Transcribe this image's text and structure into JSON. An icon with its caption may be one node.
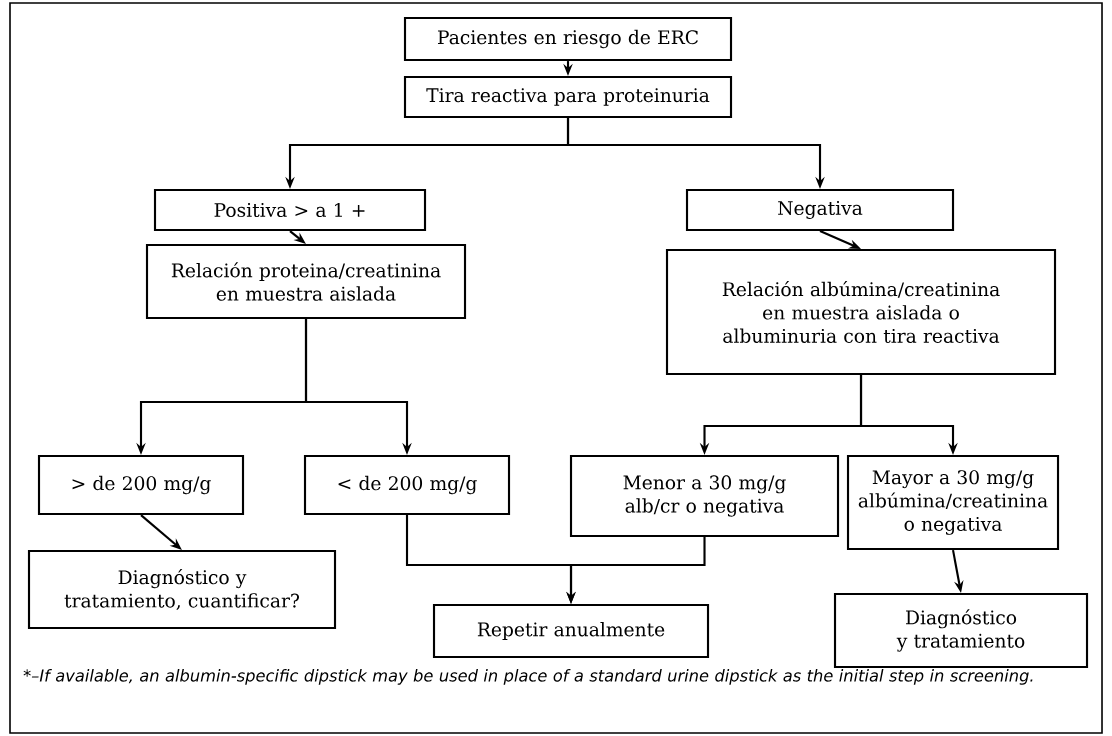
{
  "diagram": {
    "caption": "*–If available, an albumin-specific dipstick may be used in place of a standard urine dipstick as the initial step in screening.",
    "nodes": [
      {
        "text": [
          "Pacientes en riesgo de ERC"
        ]
      },
      {
        "text": [
          "Tira reactiva para proteinuria"
        ]
      },
      {
        "text": [
          "Positiva > a 1 +"
        ]
      },
      {
        "text": [
          "Negativa"
        ]
      },
      {
        "text": [
          "Relación proteina/creatinina en muestra aislada"
        ]
      },
      {
        "text": [
          "Relación albúmina/creatinina en muestra aislada o albuminuria con tira reactiva"
        ]
      },
      {
        "text": [
          "> de 200 mg/g"
        ]
      },
      {
        "text": [
          "< de 200 mg/g"
        ]
      },
      {
        "text": [
          "Menor a 30 mg/g alb/cr o negativa"
        ]
      },
      {
        "text": [
          "Mayor a 30 mg/g albúmina/creatinina o negativa"
        ]
      },
      {
        "text": [
          "Diagnóstico y tratamiento, cuantificar?"
        ]
      },
      {
        "text": [
          "Repetir anualmente"
        ]
      },
      {
        "text": [
          "Diagnóstico y tratamiento"
        ]
      }
    ],
    "edges": [
      {
        "from": 0,
        "to": 1,
        "arrow": "to"
      },
      {
        "from": 1,
        "to": 2,
        "arrow": "to"
      },
      {
        "from": 1,
        "to": 3,
        "arrow": "to"
      },
      {
        "from": 2,
        "to": 4,
        "arrow": "to"
      },
      {
        "from": 3,
        "to": 5,
        "arrow": "to"
      },
      {
        "from": 4,
        "to": 6,
        "arrow": "to"
      },
      {
        "from": 4,
        "to": 7,
        "arrow": "to"
      },
      {
        "from": 5,
        "to": 8,
        "arrow": "to"
      },
      {
        "from": 5,
        "to": 9,
        "arrow": "to"
      },
      {
        "from": 6,
        "to": 10,
        "arrow": "to"
      },
      {
        "from": 7,
        "to": 11,
        "arrow": "to"
      },
      {
        "from": 8,
        "to": 11,
        "arrow": "to"
      },
      {
        "from": 9,
        "to": 12,
        "arrow": "to"
      }
    ]
  }
}
